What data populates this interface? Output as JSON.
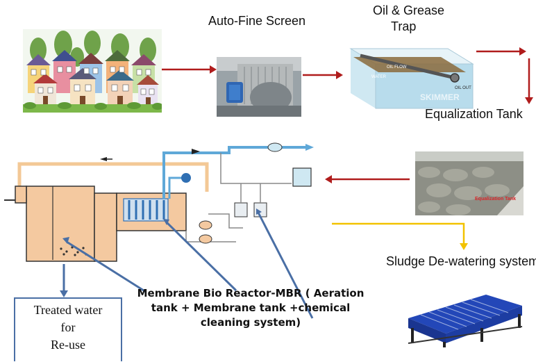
{
  "labels": {
    "auto_fine_screen": "Auto-Fine Screen",
    "oil_grease_trap_line1": "Oil & Grease",
    "oil_grease_trap_line2": "Trap",
    "equalization_tank": "Equalization Tank",
    "sludge_dewatering": "Sludge De-watering system",
    "mbr_line1": "Membrane Bio Reactor-MBR ( Aeration",
    "mbr_line2": "tank + Membrane tank +chemical",
    "mbr_line3": "cleaning system)",
    "treated_line1": "Treated water",
    "treated_line2": "for",
    "treated_line3": "Re-use"
  },
  "image_text": {
    "oil_flow": "OIL FLOW",
    "water": "WATER",
    "oil_out": "OIL OUT",
    "skimmer": "SKIMMER",
    "equalization_photo_label": "Equalization Tank"
  },
  "colors": {
    "flow_arrow": "#b01c1c",
    "sludge_arrow": "#f2c200",
    "pointer_arrow": "#4a6fa5",
    "tank_fill": "#f4c9a0",
    "pipe_orange": "#f3c896",
    "pipe_blue": "#5fa8d8",
    "membrane_blue": "#2f6fb3",
    "press_blue": "#1a3ea8"
  }
}
